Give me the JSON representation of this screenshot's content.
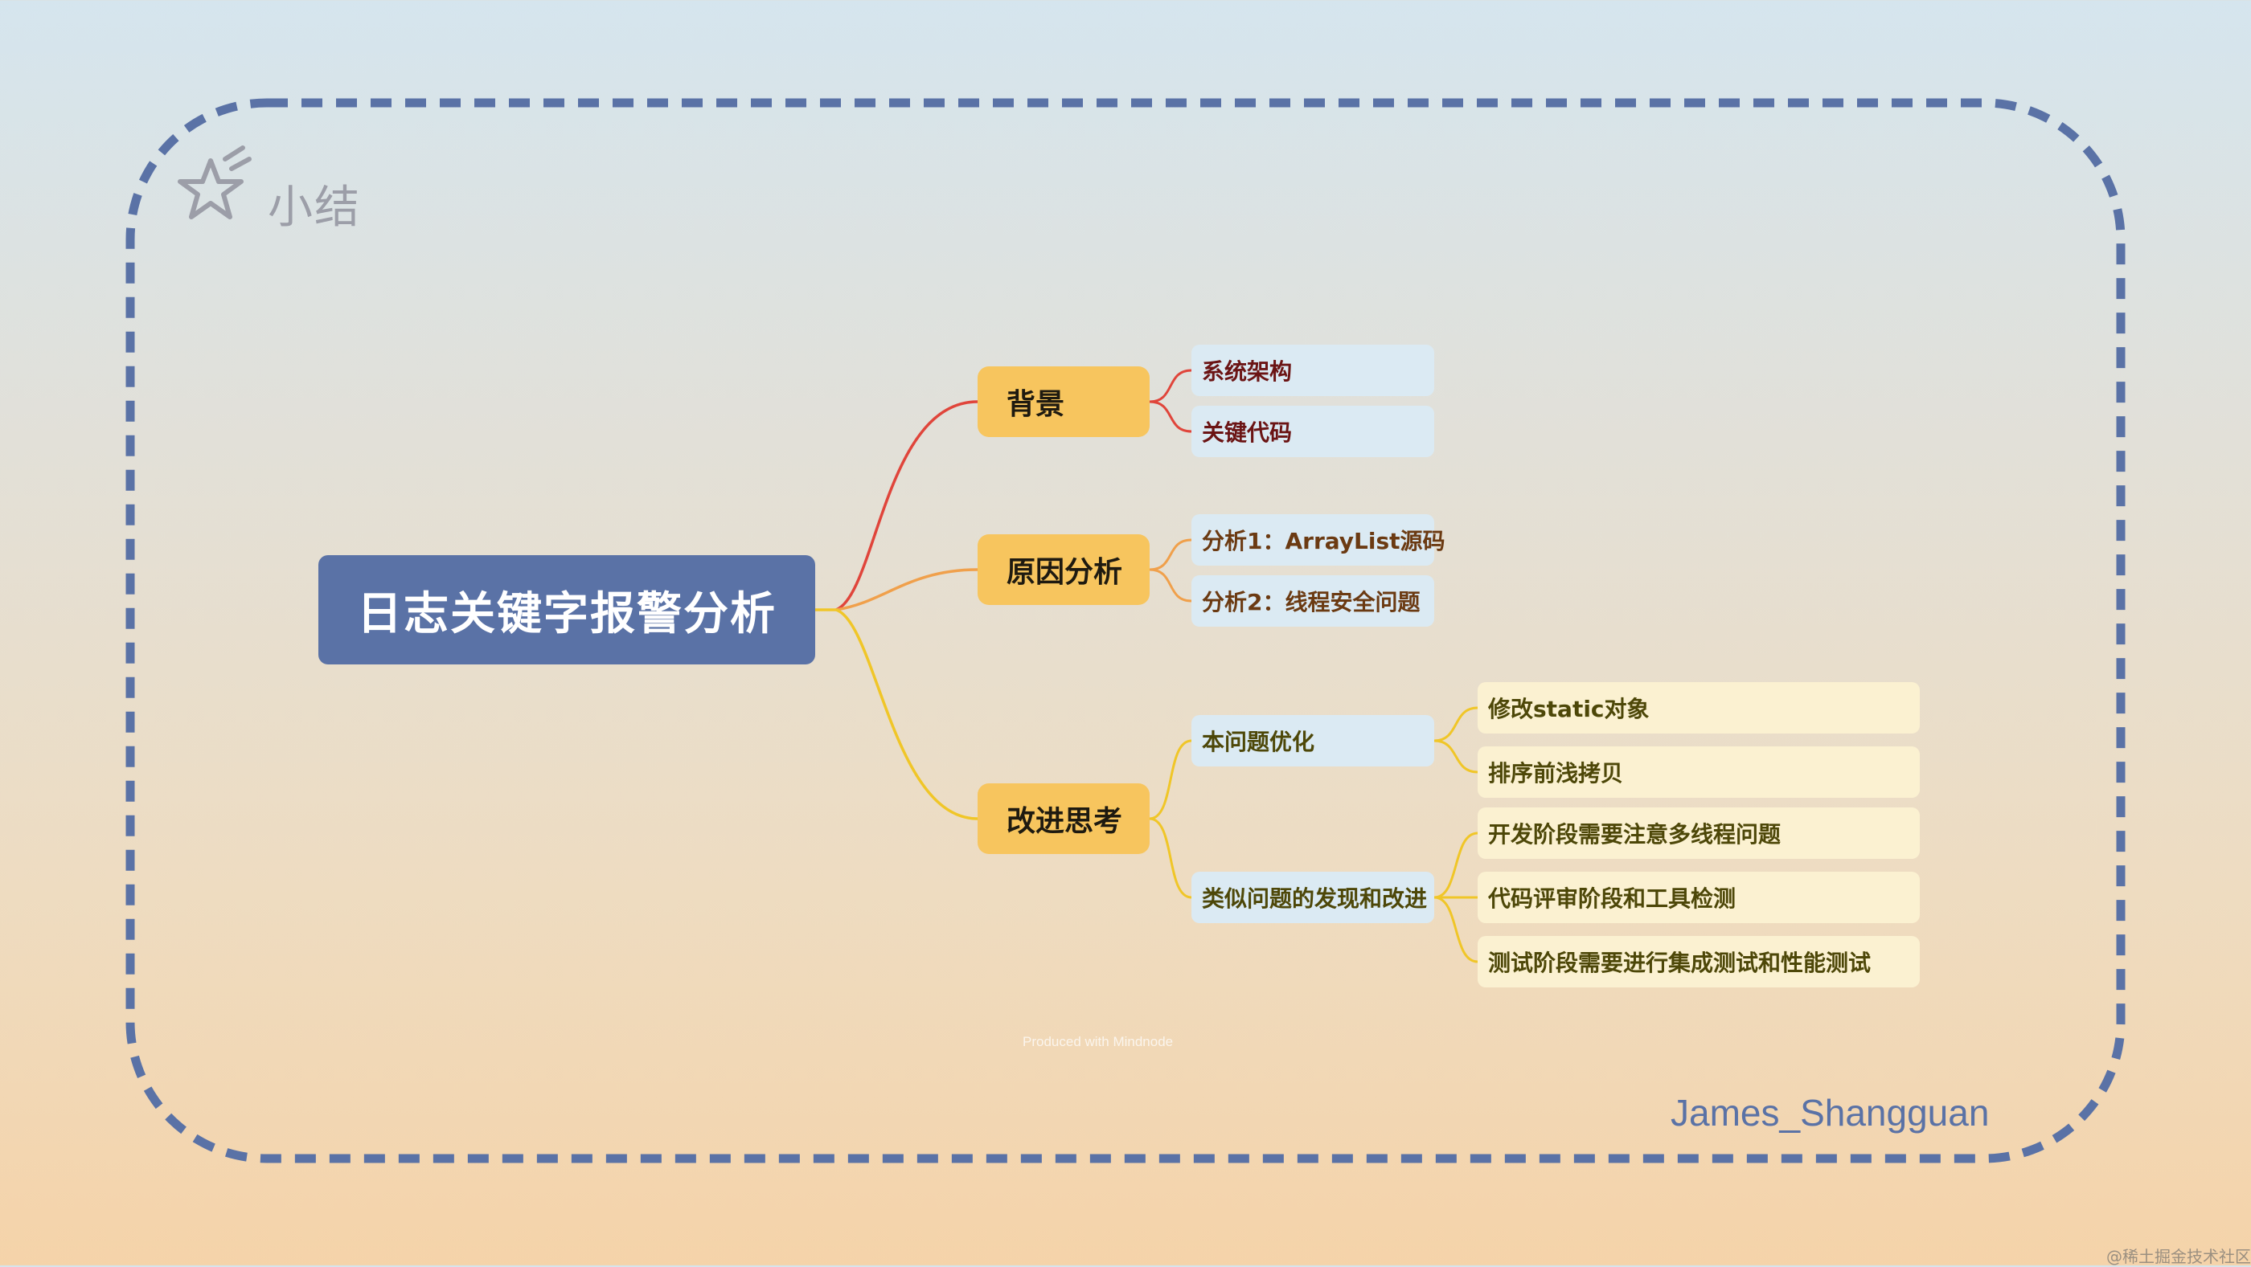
{
  "section": {
    "title": "小结",
    "icon": "star-icon"
  },
  "mindmap": {
    "root": "日志关键字报警分析",
    "branches": [
      {
        "label": "背景",
        "color": "#e0453b",
        "children": [
          {
            "label": "系统架构"
          },
          {
            "label": "关键代码"
          }
        ]
      },
      {
        "label": "原因分析",
        "color": "#f0a04b",
        "children": [
          {
            "label": "分析1：ArrayList源码"
          },
          {
            "label": "分析2：线程安全问题"
          }
        ]
      },
      {
        "label": "改进思考",
        "color": "#f0c628",
        "children": [
          {
            "label": "本问题优化",
            "children": [
              {
                "label": "修改static对象"
              },
              {
                "label": "排序前浅拷贝"
              }
            ]
          },
          {
            "label": "类似问题的发现和改进",
            "children": [
              {
                "label": "开发阶段需要注意多线程问题"
              },
              {
                "label": "代码评审阶段和工具检测"
              },
              {
                "label": "测试阶段需要进行集成测试和性能测试"
              }
            ]
          }
        ]
      }
    ]
  },
  "author": "James_Shangguan",
  "watermark": "Produced with Mindnode",
  "site": "@稀土掘金技术社区",
  "colors": {
    "frame": "#5a72a6",
    "root": "#5a72a6",
    "branch": "#f7c55e"
  }
}
